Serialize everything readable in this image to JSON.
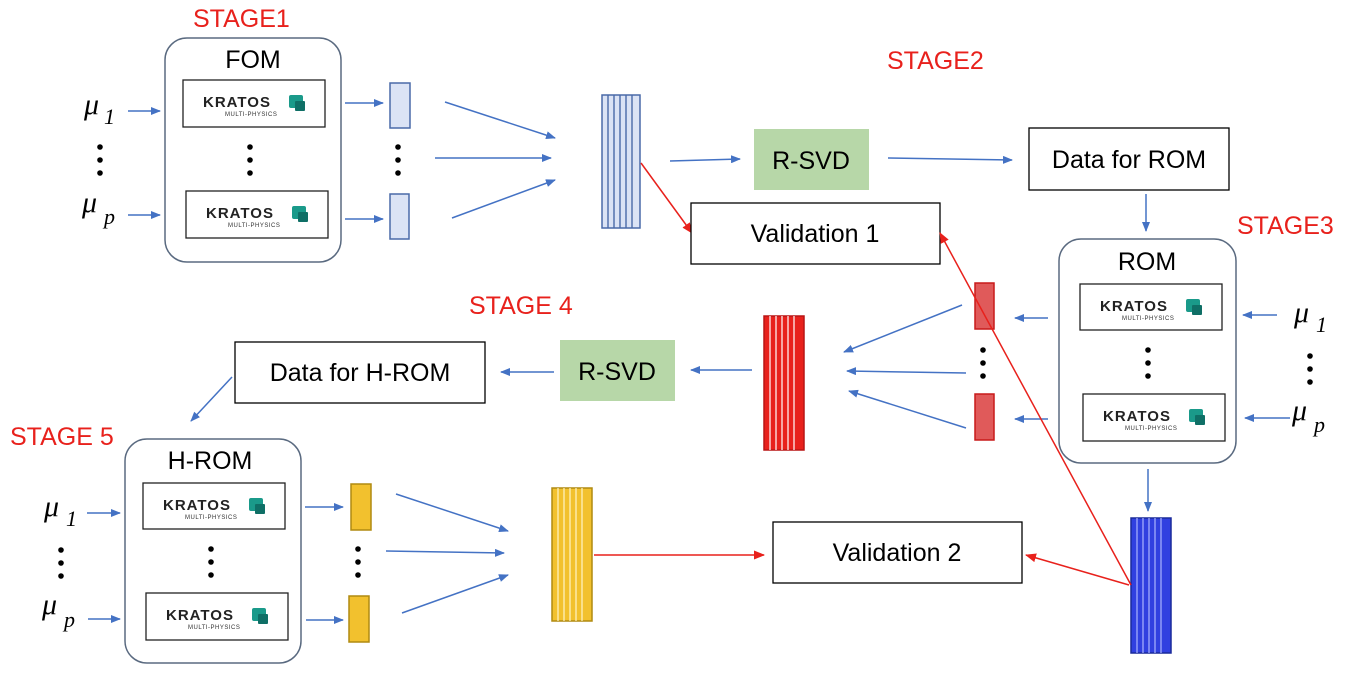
{
  "stages": {
    "stage1": "STAGE1",
    "stage2": "STAGE2",
    "stage3": "STAGE3",
    "stage4": "STAGE 4",
    "stage5": "STAGE 5"
  },
  "boxes": {
    "fom_title": "FOM",
    "rom_title": "ROM",
    "hrom_title": "H-ROM",
    "rsvd_1": "R-SVD",
    "rsvd_2": "R-SVD",
    "data_for_rom": "Data for ROM",
    "data_for_hrom": "Data for H-ROM",
    "validation_1": "Validation 1",
    "validation_2": "Validation 2"
  },
  "params": {
    "mu_symbol": "μ",
    "sub_first": "1",
    "sub_last": "p"
  },
  "logo": {
    "name": "KRATOS",
    "tagline": "MULTI-PHYSICS"
  },
  "colors": {
    "fom_snapshots": "#dbe3f5",
    "rom_snapshots": "#e8211c",
    "hrom_snapshots": "#f2c12e",
    "rom_output": "#3040e0",
    "rsvd_fill": "#b7d7a8",
    "arrow_blue": "#4472c4",
    "arrow_red": "#e8211c",
    "stage_label": "#e8211c",
    "logo_accent": "#1a9a8a"
  }
}
